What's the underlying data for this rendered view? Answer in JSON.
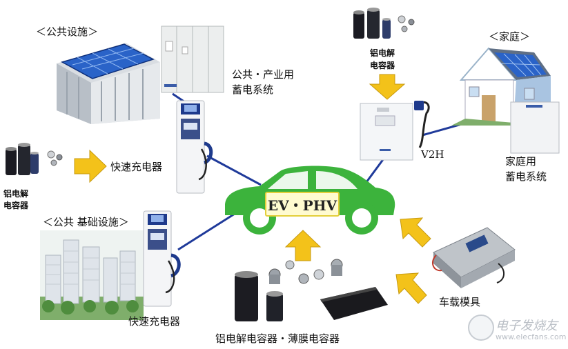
{
  "labels": {
    "public_facilities": "＜公共设施＞",
    "public_industrial_storage": [
      "公共・产业用",
      "蓄电系统"
    ],
    "home": "＜家庭＞",
    "aluminum_cap_top": [
      "铝电解",
      "电容器"
    ],
    "aluminum_cap_left": [
      "铝电解",
      "电容器"
    ],
    "fast_charger_1": "快速充电器",
    "public_infrastructure": "＜公共 基础设施＞",
    "fast_charger_2": "快速充电器",
    "v2h": "V2H",
    "home_storage": [
      "家庭用",
      "蓄电系统"
    ],
    "vehicle_module": "车载模具",
    "capacitors_bottom": "铝电解电容器・薄膜电容器",
    "car_label": "EV・PHV",
    "watermark_cn": "电子发烧友",
    "watermark_url": "www.elecfans.com"
  },
  "colors": {
    "car_green": "#3cb33c",
    "car_label_bg": "#fffbd0",
    "arrow_yellow": "#f3c21a",
    "connector_blue": "#1f3a9a",
    "solar_blue": "#2a63c8"
  }
}
